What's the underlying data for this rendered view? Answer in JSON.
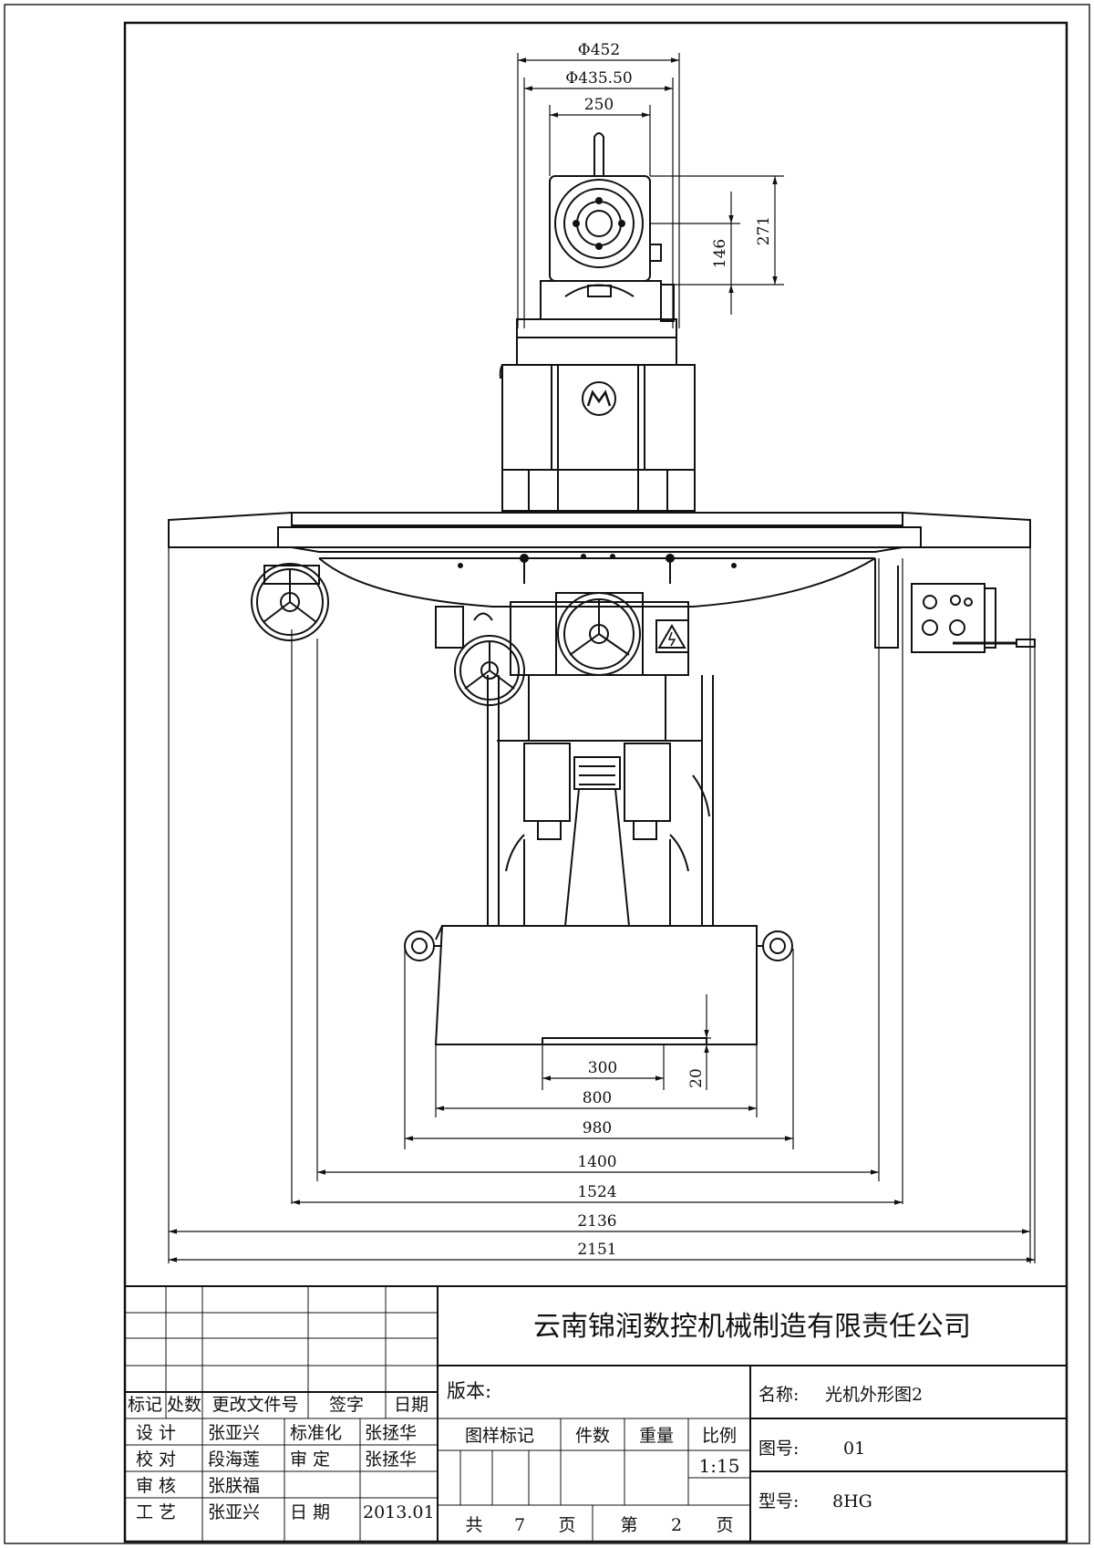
{
  "dimensions": {
    "top": {
      "d452": "Φ452",
      "d435": "Φ435.50",
      "w250": "250"
    },
    "right": {
      "h271": "271",
      "h146": "146"
    },
    "bottom": {
      "w300": "300",
      "h20": "20",
      "w800": "800",
      "w980": "980",
      "w1400": "1400",
      "w1524": "1524",
      "w2136": "2136",
      "w2151": "2151"
    }
  },
  "title_block": {
    "company": "云南锦润数控机械制造有限责任公司",
    "revision_headers": [
      "标记",
      "处数",
      "更改文件号",
      "签字",
      "日期"
    ],
    "signoff": [
      {
        "role": "设 计",
        "name": "张亚兴",
        "role2": "标准化",
        "name2": "张拯华"
      },
      {
        "role": "校 对",
        "name": "段海莲",
        "role2": "审 定",
        "name2": "张拯华"
      },
      {
        "role": "审 核",
        "name": "张朕福",
        "role2": "",
        "name2": ""
      },
      {
        "role": "工 艺",
        "name": "张亚兴",
        "role2": "日 期",
        "name2": "2013.01"
      }
    ],
    "version_label": "版本:",
    "table_headers": [
      "图样标记",
      "件数",
      "重量",
      "比例"
    ],
    "scale": "1:15",
    "pages": {
      "total_prefix": "共",
      "total": "7",
      "total_suffix": "页",
      "current_prefix": "第",
      "current": "2",
      "current_suffix": "页"
    },
    "name_label": "名称:",
    "name_value": "光机外形图2",
    "drawing_no_label": "图号:",
    "drawing_no_value": "01",
    "model_label": "型号:",
    "model_value": "8HG"
  }
}
